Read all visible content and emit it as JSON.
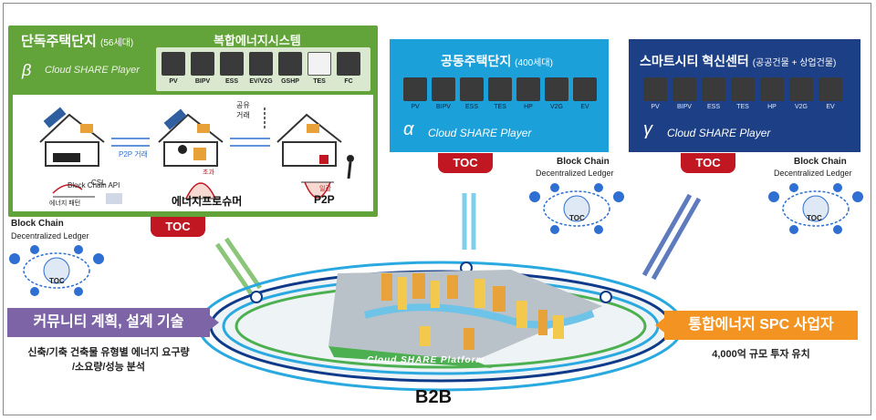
{
  "single": {
    "title": "단독주택단지",
    "title_sub": "(56세대)",
    "greek": "β",
    "player": "Cloud SHARE Player",
    "system_title": "복합에너지시스템",
    "icons": [
      "PV",
      "BIPV",
      "ESS",
      "EV/V2G",
      "GSHP",
      "TES",
      "FC"
    ],
    "share_label": "공유\n거래",
    "p2p_label": "P2P 거래",
    "api_label": "Block Chain API",
    "prosumer_label": "에너지프로슈머",
    "p2p_title": "P2P",
    "surplus_label": "초과",
    "deficit_label": "일괄",
    "csl_label": "CSL",
    "energy_label": "에너지 패턴"
  },
  "apartment": {
    "title": "공동주택단지",
    "title_sub": "(400세대)",
    "greek": "α",
    "player": "Cloud SHARE Player",
    "icons": [
      "PV",
      "BIPV",
      "ESS",
      "TES",
      "HP",
      "V2G",
      "EV"
    ]
  },
  "smartcity": {
    "title": "스마트시티 혁신센터",
    "title_sub": "(공공건물 + 상업건물)",
    "greek": "γ",
    "player": "Cloud SHARE Player",
    "icons": [
      "PV",
      "BIPV",
      "ESS",
      "TES",
      "HP",
      "V2G",
      "EV"
    ]
  },
  "toc_label": "TOC",
  "blockchain": {
    "title": "Block Chain",
    "sub": "Decentralized Ledger",
    "node_label": "TOC"
  },
  "left_box": {
    "label": "커뮤니티 계획, 설계 기술",
    "desc1": "신축/기축 건축물 유형별 에너지 요구량",
    "desc2": "/소요량/성능 분석"
  },
  "right_box": {
    "label": "통합에너지 SPC 사업자",
    "desc": "4,000억 규모 투자 유치"
  },
  "platform_label": "Cloud SHARE Platform",
  "bottom_label": "B2B",
  "colors": {
    "green": "#62a33a",
    "cyan": "#1ba0d9",
    "navy": "#1c3f86",
    "toc_red": "#c01722",
    "purple": "#7d64a6",
    "orange": "#f39422"
  }
}
